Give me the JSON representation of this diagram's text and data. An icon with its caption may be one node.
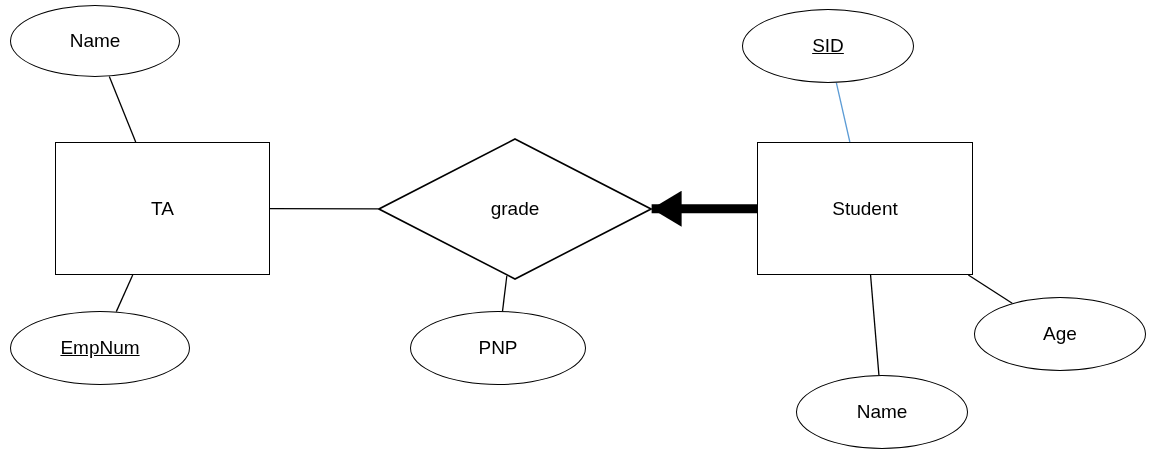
{
  "diagram": {
    "nodes": [
      {
        "text": [
          "Name"
        ]
      },
      {
        "text": [
          "TA"
        ]
      },
      {
        "text": [
          "EmpNum"
        ]
      },
      {
        "text": [
          "grade"
        ]
      },
      {
        "text": [
          "PNP"
        ]
      },
      {
        "text": [
          "SID"
        ]
      },
      {
        "text": [
          "Student"
        ]
      },
      {
        "text": [
          "Age"
        ]
      },
      {
        "text": [
          "Name"
        ]
      }
    ],
    "edges": [
      {
        "from": 0,
        "to": 1,
        "arrow": "none"
      },
      {
        "from": 1,
        "to": 2,
        "arrow": "none"
      },
      {
        "from": 1,
        "to": 3,
        "arrow": "none"
      },
      {
        "from": 6,
        "to": 3,
        "arrow": "to",
        "style": "thick"
      },
      {
        "from": 3,
        "to": 4,
        "arrow": "none"
      },
      {
        "from": 5,
        "to": 6,
        "arrow": "none",
        "color": "#5b9bd5"
      },
      {
        "from": 6,
        "to": 7,
        "arrow": "none"
      },
      {
        "from": 6,
        "to": 8,
        "arrow": "none"
      }
    ]
  }
}
